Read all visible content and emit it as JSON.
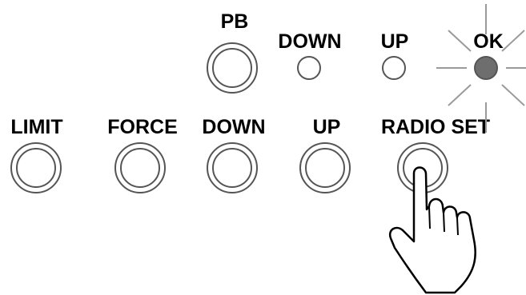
{
  "top_row": {
    "pb_label": "PB",
    "down_label": "DOWN",
    "up_label": "UP",
    "ok_label": "OK"
  },
  "bottom_row": {
    "limit_label": "LIMIT",
    "force_label": "FORCE",
    "down_label": "DOWN",
    "up_label": "UP",
    "radio_set_label": "RADIO SET"
  },
  "indicators": {
    "down_led": "off",
    "up_led": "off",
    "ok_led": "on-blinking"
  },
  "colors": {
    "stroke": "#555555",
    "led_on_fill": "#6e6e6e",
    "led_rays": "#9a9a9a",
    "text": "#000000"
  },
  "icons": {
    "pointer": "pointing-hand-icon"
  }
}
